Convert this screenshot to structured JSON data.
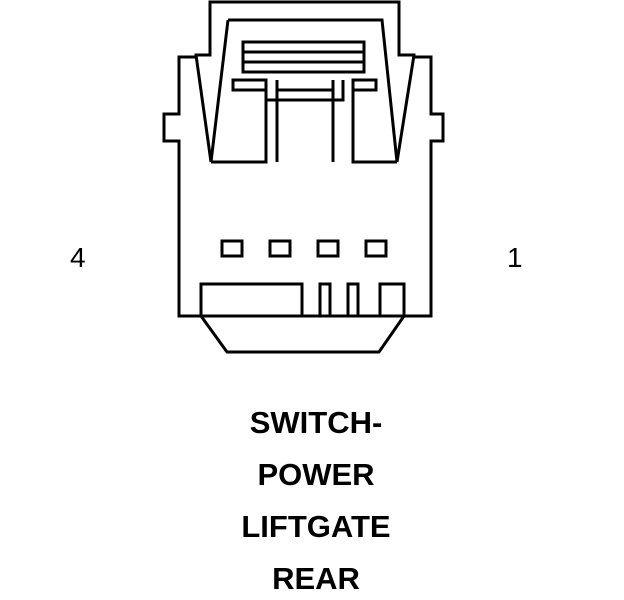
{
  "pins": {
    "left": "4",
    "right": "1"
  },
  "title_lines": [
    "SWITCH-",
    "POWER",
    "LIFTGATE",
    "REAR"
  ],
  "colors": {
    "line": "#000000",
    "background": "#ffffff"
  }
}
